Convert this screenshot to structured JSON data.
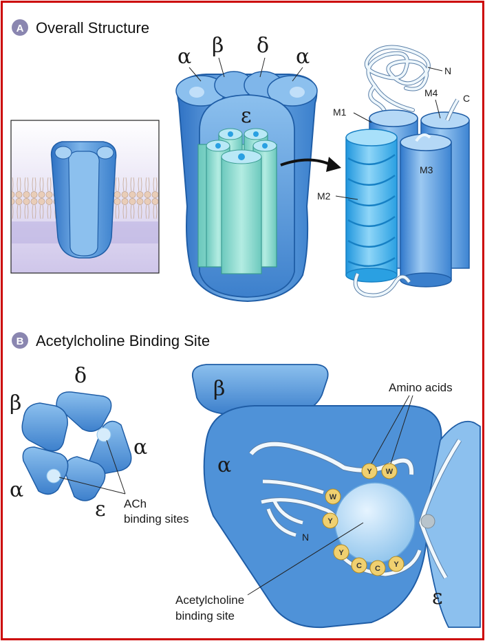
{
  "panels": {
    "a": {
      "badge": "A",
      "title": "Overall Structure"
    },
    "b": {
      "badge": "B",
      "title": "Acetylcholine Binding Site"
    }
  },
  "structure": {
    "subunits_top": [
      "α",
      "β",
      "δ",
      "α"
    ],
    "center_subunit": "ε",
    "helix_labels": {
      "n_term": "N",
      "c_term": "C",
      "m1": "M1",
      "m2": "M2",
      "m3": "M3",
      "m4": "M4"
    }
  },
  "ring": {
    "labels": {
      "delta": "δ",
      "beta": "β",
      "alpha_right": "α",
      "alpha_left": "α",
      "epsilon": "ε"
    },
    "ach_label_line1": "ACh",
    "ach_label_line2": "binding sites"
  },
  "binding_detail": {
    "beta": "β",
    "alpha": "α",
    "epsilon": "ε",
    "amino_acids_label": "Amino acids",
    "n_term": "N",
    "site_label_line1": "Acetylcholine",
    "site_label_line2": "binding site",
    "residues": [
      "Y",
      "W",
      "W",
      "Y",
      "Y",
      "C",
      "C",
      "Y"
    ]
  },
  "colors": {
    "border": "#cc0000",
    "subunit_blue": "#5b9bd8",
    "channel_teal": "#8ed8cc",
    "badge": "#8a86b0",
    "residue": "#f0d070"
  }
}
